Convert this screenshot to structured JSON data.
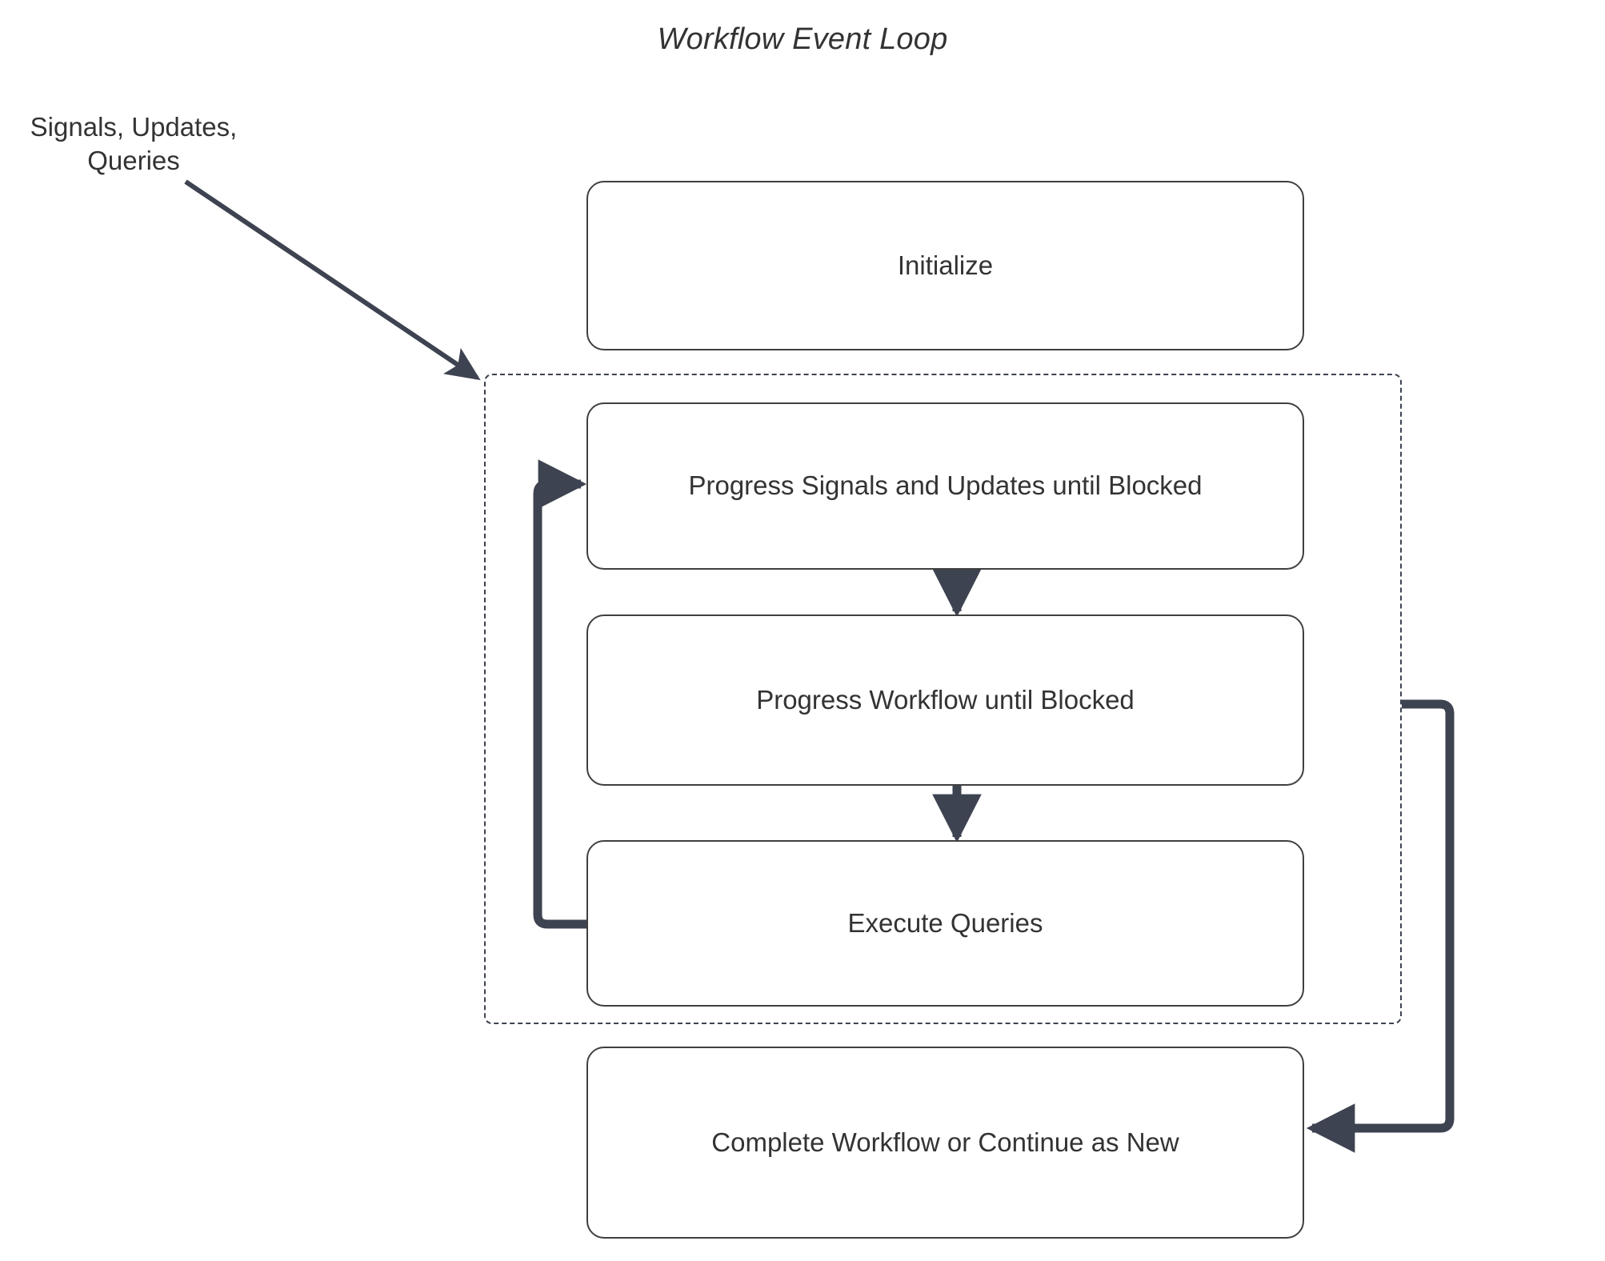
{
  "diagram": {
    "title": "Workflow Event Loop",
    "type": "flowchart",
    "colors": {
      "text": "#333333",
      "node_border": "#3f3f3f",
      "node_fill": "#ffffff",
      "edge": "#3d4350",
      "container_border": "#3d4350",
      "background": "#ffffff"
    }
  },
  "external_input": {
    "label": "Signals, Updates,\nQueries",
    "line1": "Signals, Updates,",
    "line2": "Queries"
  },
  "loop_container": {
    "name": "event-loop-group",
    "style": "dashed",
    "label": ""
  },
  "nodes": [
    {
      "id": "initialize",
      "label": "Initialize"
    },
    {
      "id": "progress-signals",
      "label": "Progress Signals and Updates until Blocked"
    },
    {
      "id": "progress-workflow",
      "label": "Progress Workflow until Blocked"
    },
    {
      "id": "execute-queries",
      "label": "Execute Queries"
    },
    {
      "id": "complete-workflow",
      "label": "Complete Workflow or Continue as New"
    }
  ],
  "edges": [
    {
      "id": "input-to-loop",
      "from": "Signals, Updates, Queries",
      "to": "event-loop-group",
      "label": "",
      "style": "solid-arrow"
    },
    {
      "id": "signals-to-workflow",
      "from": "progress-signals",
      "to": "progress-workflow",
      "label": "",
      "style": "solid-arrow"
    },
    {
      "id": "workflow-to-queries",
      "from": "progress-workflow",
      "to": "execute-queries",
      "label": "",
      "style": "solid-arrow"
    },
    {
      "id": "queries-back-to-signals",
      "from": "execute-queries",
      "to": "progress-signals",
      "label": "",
      "style": "loop-back-arrow"
    },
    {
      "id": "loop-to-complete",
      "from": "event-loop-group",
      "to": "complete-workflow",
      "label": "",
      "style": "loop-exit-arrow"
    }
  ]
}
